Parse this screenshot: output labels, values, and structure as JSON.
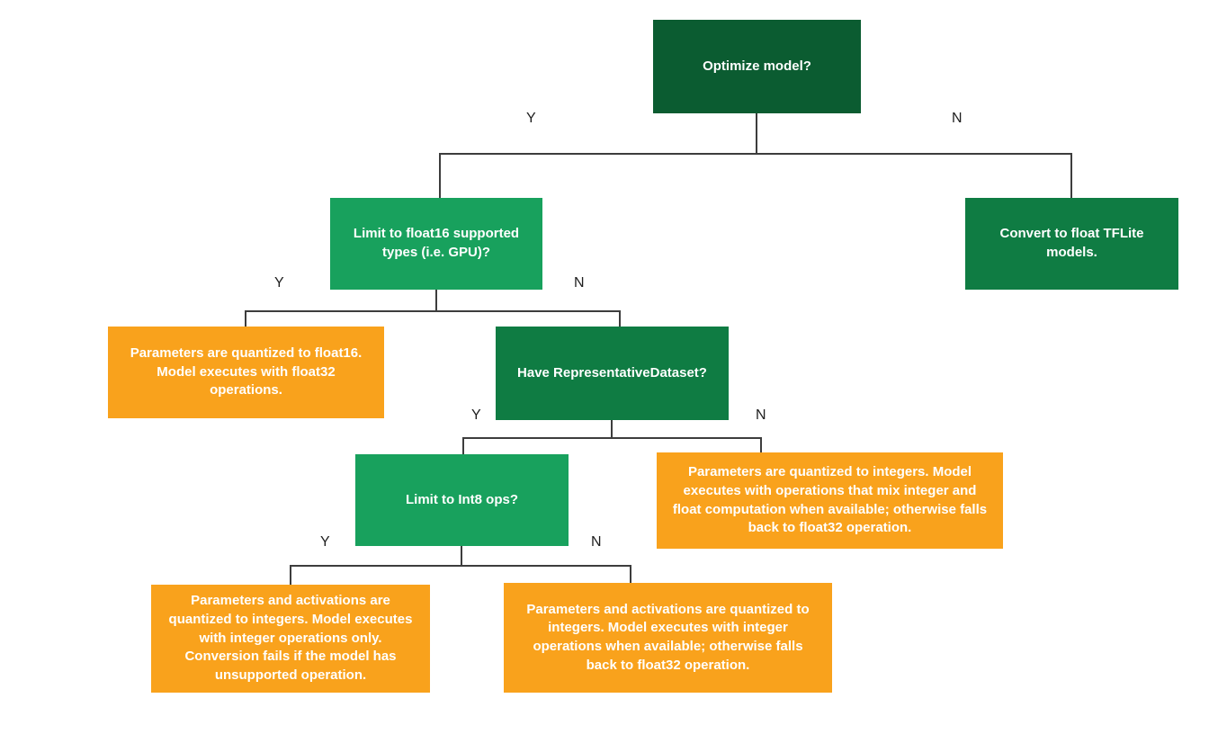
{
  "diagram": {
    "title": "TFLite model optimization decision tree",
    "colors": {
      "background": "#ffffff",
      "dark_green": "#0b5c31",
      "mid_green": "#0f7c43",
      "bright_green": "#18a15d",
      "orange": "#f9a21c",
      "connector_line": "#3d3d3d",
      "branch_label_text": "#1e1e1e",
      "node_text": "#ffffff"
    },
    "nodes": {
      "optimize": {
        "label": "Optimize model?",
        "color": "#0b5c31"
      },
      "limit_float16": {
        "label": "Limit to float16 supported types (i.e. GPU)?",
        "color": "#18a15d"
      },
      "convert_float": {
        "label": "Convert to float TFLite models.",
        "color": "#0f7c43"
      },
      "quantized_float16": {
        "label": "Parameters are quantized to float16. Model executes with float32 operations.",
        "color": "#f9a21c"
      },
      "have_repdataset": {
        "label": "Have RepresentativeDataset?",
        "color": "#0f7c43"
      },
      "limit_int8": {
        "label": "Limit to Int8 ops?",
        "color": "#18a15d"
      },
      "quantized_int_mixed": {
        "label": "Parameters are quantized to integers. Model executes with operations that mix integer and float computation when available; otherwise falls back to float32 operation.",
        "color": "#f9a21c"
      },
      "quantized_int_only": {
        "label": "Parameters and activations are quantized to integers. Model executes with integer operations only. Conversion fails if the model has unsupported operation.",
        "color": "#f9a21c"
      },
      "quantized_int_fallback": {
        "label": "Parameters and activations are quantized to integers. Model executes with integer operations when available; otherwise falls back to float32 operation.",
        "color": "#f9a21c"
      }
    },
    "branch_labels": {
      "l1_yes": "Y",
      "l1_no": "N",
      "l2_yes": "Y",
      "l2_no": "N",
      "l3_yes": "Y",
      "l3_no": "N",
      "l4_yes": "Y",
      "l4_no": "N"
    }
  }
}
